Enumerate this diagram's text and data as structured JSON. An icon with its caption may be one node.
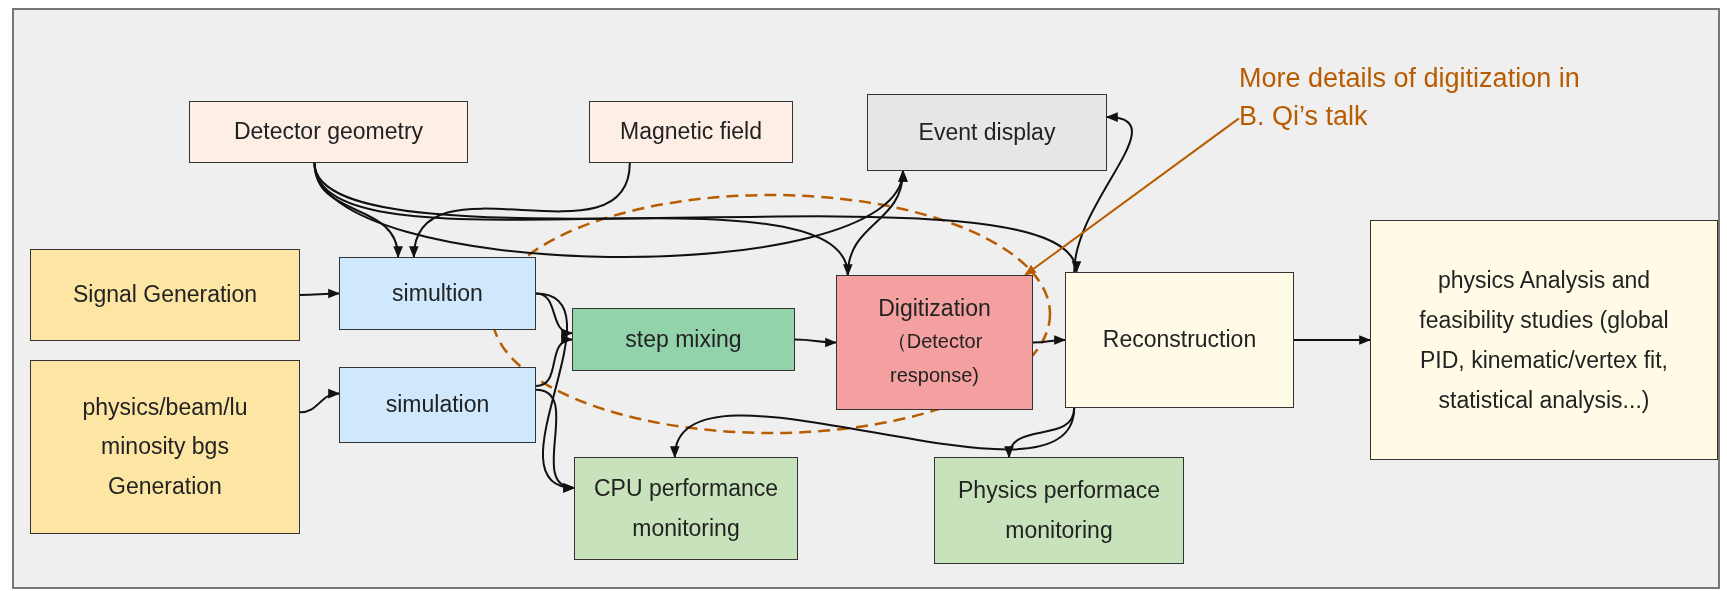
{
  "diagram": {
    "nodes": [
      {
        "text": [
          "Detector geometry"
        ]
      },
      {
        "text": [
          "Magnetic field"
        ]
      },
      {
        "text": [
          "Event display"
        ]
      },
      {
        "text": [
          "Signal Generation"
        ]
      },
      {
        "text": [
          "physics/beam/lu minosity bgs Generation"
        ]
      },
      {
        "text": [
          "simultion"
        ]
      },
      {
        "text": [
          "simulation"
        ]
      },
      {
        "text": [
          "step mixing"
        ]
      },
      {
        "text": [
          "Digitization",
          "（Detector response)"
        ]
      },
      {
        "text": [
          "Reconstruction"
        ]
      },
      {
        "text": [
          "physics Analysis and feasibility studies (global PID, kinematic/vertex fit, statistical analysis...)"
        ]
      },
      {
        "text": [
          "CPU performance monitoring"
        ]
      },
      {
        "text": [
          "Physics performace monitoring"
        ]
      },
      {
        "text": [
          "More details of digitization in B. Qi’s talk"
        ]
      }
    ],
    "edges": [
      {
        "from": 0,
        "to": 5,
        "arrow": "to"
      },
      {
        "from": 1,
        "to": 5,
        "arrow": "to"
      },
      {
        "from": 0,
        "to": 2,
        "arrow": "to"
      },
      {
        "from": 0,
        "to": 8,
        "arrow": "to"
      },
      {
        "from": 0,
        "to": 9,
        "arrow": "to"
      },
      {
        "from": 3,
        "to": 5,
        "arrow": "to"
      },
      {
        "from": 4,
        "to": 6,
        "arrow": "to"
      },
      {
        "from": 5,
        "to": 7,
        "arrow": "to"
      },
      {
        "from": 6,
        "to": 7,
        "arrow": "to"
      },
      {
        "from": 5,
        "to": 11,
        "arrow": "to"
      },
      {
        "from": 6,
        "to": 11,
        "arrow": "to"
      },
      {
        "from": 7,
        "to": 8,
        "arrow": "to"
      },
      {
        "from": 8,
        "to": 2,
        "arrow": "to"
      },
      {
        "from": 8,
        "to": 9,
        "arrow": "to"
      },
      {
        "from": 9,
        "to": 2,
        "arrow": "to"
      },
      {
        "from": 9,
        "to": 10,
        "arrow": "to"
      },
      {
        "from": 9,
        "to": 11,
        "arrow": "to"
      },
      {
        "from": 9,
        "to": 12,
        "arrow": "to"
      },
      {
        "from": 13,
        "to": 8,
        "arrow": "to",
        "color": "#b85c00"
      }
    ]
  }
}
